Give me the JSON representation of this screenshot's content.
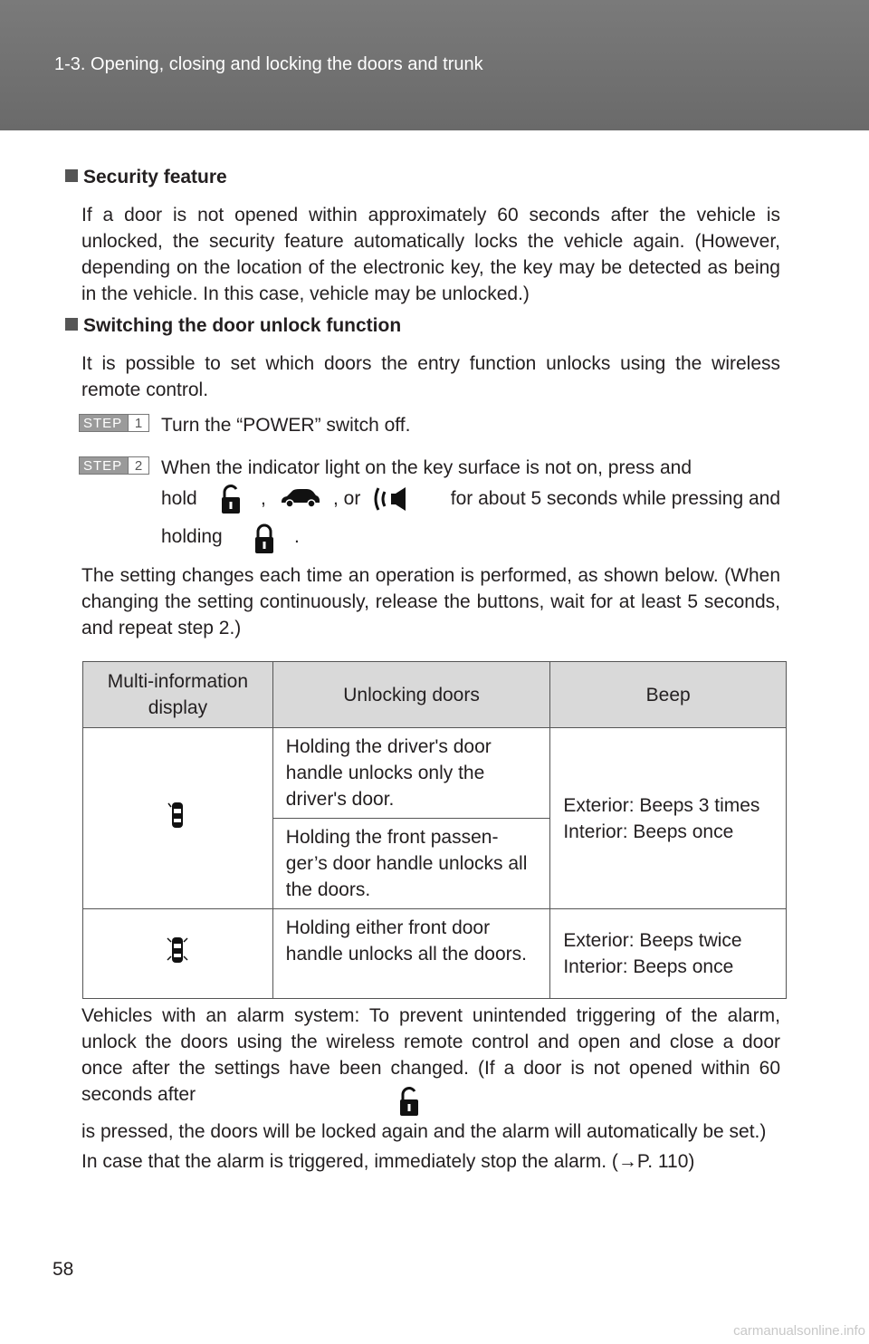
{
  "header": {
    "title": "1-3. Opening, closing and locking the doors and trunk"
  },
  "security": {
    "heading": "Security feature",
    "body": "If a door is not opened within approximately 60 seconds after the vehicle is unlocked, the security feature automatically locks the vehicle again. (However, depending on the location of the electronic key, the key may be detected as being in the vehicle. In this case, vehicle may be unlocked.)"
  },
  "switching": {
    "heading": "Switching the door unlock function",
    "body": "It is possible to set which doors the entry function unlocks using the wireless remote control.",
    "step_word": "STEP",
    "step1_num": "1",
    "step1_text": "Turn the “POWER” switch off.",
    "step2_num": "2",
    "step2_text_a": "When the indicator light on the key surface is not on, press and",
    "step2_hold": "hold",
    "step2_comma": ",",
    "step2_or": ", or",
    "step2_for": "for about 5 seconds while pressing and",
    "step2_holding": "holding",
    "step2_period": ".",
    "after": "The setting changes each time an operation is performed, as shown below. (When changing the setting continuously, release the buttons, wait for at least 5 seconds, and repeat step 2.)"
  },
  "table": {
    "headers": [
      "Multi-information display",
      "Unlocking doors",
      "Beep"
    ],
    "row1_a": "Holding the driver's door handle unlocks only the driver's door.",
    "row1_b": "Holding the front passen-ger’s door handle unlocks all the doors.",
    "row1_beep": "Exterior: Beeps 3 times\nInterior: Beeps once",
    "row2_a": "Holding either front door handle unlocks all the doors.",
    "row2_beep": "Exterior: Beeps twice\nInterior: Beeps once"
  },
  "alarm": {
    "text_a": "Vehicles with an alarm system: To prevent unintended triggering of the alarm, unlock the doors using the wireless remote control and open and close a door once after the settings have been changed. (If a door is not opened within 60 seconds after",
    "text_b": "is pressed, the doors will be locked again and the alarm will automatically be set.)",
    "text_c": "In case that the alarm is triggered, immediately stop the alarm. (→P. 110)"
  },
  "page_number": "58",
  "watermark": "carmanualsonline.info",
  "icons": [
    "unlock-icon",
    "car-icon",
    "panic-icon",
    "lock-icon",
    "door-display-icon",
    "all-doors-display-icon"
  ]
}
